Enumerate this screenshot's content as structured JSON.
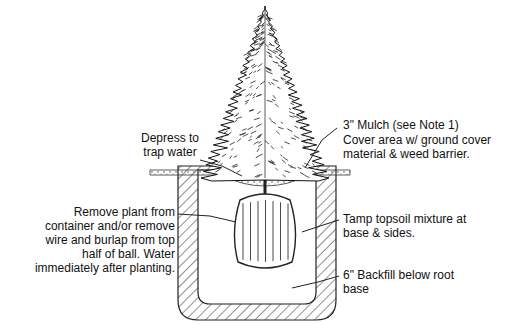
{
  "diagram": {
    "labels": [
      "Depress to trap water",
      "3\" Mulch (see Note 1)",
      "Cover area w/ ground cover material & weed barrier.",
      "Remove plant from container and/or remove wire and burlap from top half of ball. Water immediately after planting.",
      "Tamp topsoil mixture at base & sides.",
      "6\" Backfill below root base"
    ]
  }
}
